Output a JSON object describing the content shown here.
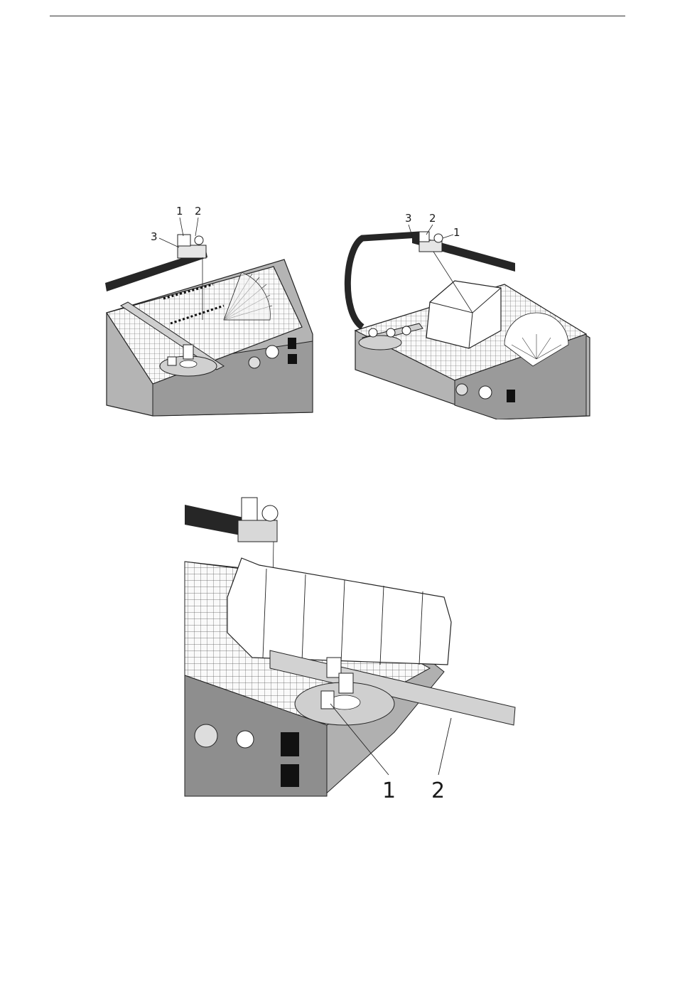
{
  "page": {
    "rule": true
  },
  "figures": [
    {
      "name": "top-left-figure",
      "callouts": [
        "1",
        "2",
        "3"
      ]
    },
    {
      "name": "top-right-figure",
      "callouts": [
        "3",
        "2",
        "1"
      ]
    },
    {
      "name": "bottom-figure",
      "callouts": [
        "1",
        "2"
      ]
    }
  ],
  "colors": {
    "ink": "#1a1a1a",
    "body_gray": "#a6a6a6",
    "panel_dark": "#6e6e6e",
    "rail": "#262626"
  }
}
